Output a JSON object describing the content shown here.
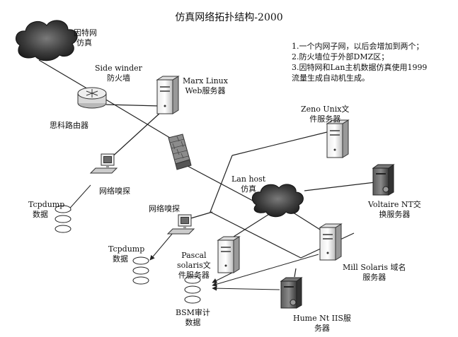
{
  "title": "仿真网络拓扑结构-2000",
  "notes": [
    "1.一个内网子网，以后会增加到两个；",
    "2.防火墙位于外部DMZ区；",
    "3.因特网和Lan主机数据仿真使用1999",
    "流量生成自动机生成。"
  ],
  "labels": {
    "internet": [
      "因特网",
      "仿真"
    ],
    "firewall": [
      "Side winder",
      "防火墙"
    ],
    "router": "思科路由器",
    "marx": [
      "Marx Linux",
      "Web服务器"
    ],
    "zeno": [
      "Zeno Unix文",
      "件服务器"
    ],
    "sniffer1": "网络嗅探",
    "sniffer2": "网络嗅探",
    "tcpdump1": [
      "Tcpdump",
      "数据"
    ],
    "tcpdump2": [
      "Tcpdump",
      "数据"
    ],
    "lanhost": [
      "Lan host",
      "仿真"
    ],
    "voltaire": [
      "Voltaire NT交",
      "换服务器"
    ],
    "pascal": [
      "Pascal",
      "solaris文",
      "件服务器"
    ],
    "mill": [
      "Mill Solaris 域名",
      "服务器"
    ],
    "bsm": [
      "BSM审计",
      "数据"
    ],
    "hume": [
      "Hume Nt IIS服",
      "务器"
    ]
  }
}
